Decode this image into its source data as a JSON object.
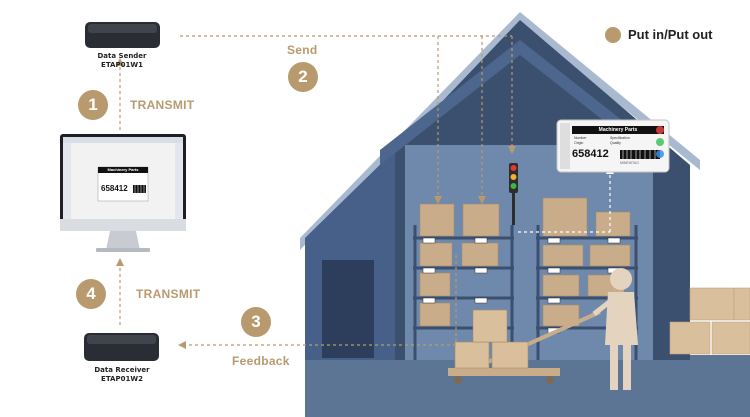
{
  "legend": {
    "label": "Put in/Put out",
    "color": "#b89a6e"
  },
  "sender": {
    "line1": "Data Sender",
    "line2": "ETAP01W1"
  },
  "receiver": {
    "line1": "Data Receiver",
    "line2": "ETAP01W2"
  },
  "steps": [
    {
      "number": "1",
      "label": "TRANSMIT"
    },
    {
      "number": "2",
      "label": "Send"
    },
    {
      "number": "3",
      "label": "Feedback"
    },
    {
      "number": "4",
      "label": "TRANSMIT"
    }
  ],
  "monitor_tag": {
    "title": "Machinery Parts",
    "code": "658412"
  },
  "shelf_tag": {
    "title": "Machinery Parts",
    "field1": "Number",
    "field2": "Origin",
    "field3": "Specification",
    "field4": "Quality",
    "code": "658412",
    "brand": "MINEWTAG"
  },
  "colors": {
    "accent": "#b89a6e",
    "house_dark": "#3b4f6e",
    "house_light": "#6f89ad",
    "ground": "#5d7595"
  }
}
